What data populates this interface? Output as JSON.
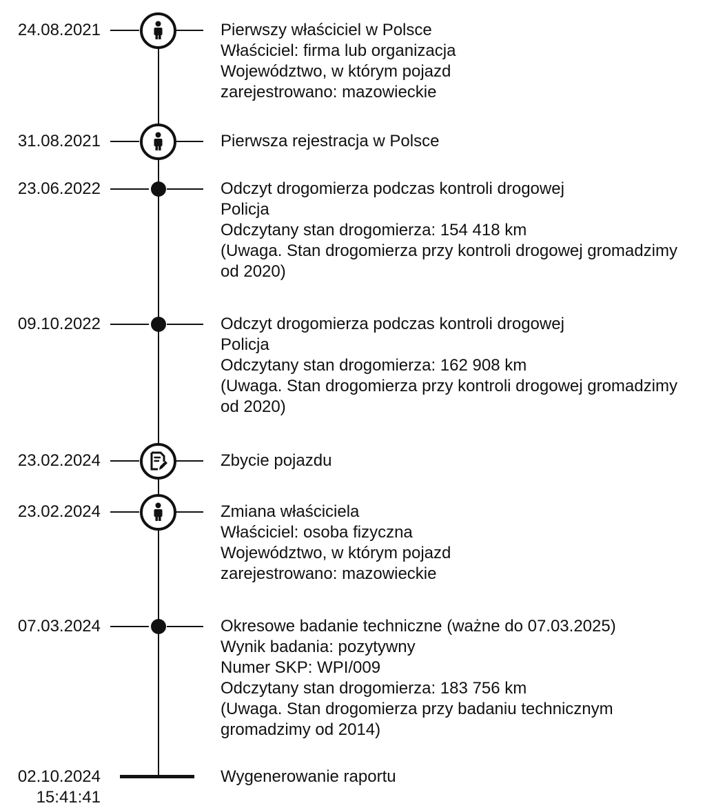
{
  "events": [
    {
      "date": "24.08.2021",
      "icon": "person-icon",
      "lines": [
        "Pierwszy właściciel w Polsce",
        "Właściciel: firma lub organizacja",
        "Województwo, w którym pojazd",
        "zarejestrowano: mazowieckie"
      ]
    },
    {
      "date": "31.08.2021",
      "icon": "person-icon",
      "lines": [
        "Pierwsza rejestracja w Polsce"
      ]
    },
    {
      "date": "23.06.2022",
      "icon": "dot-marker",
      "lines": [
        "Odczyt drogomierza podczas kontroli drogowej",
        "Policja",
        "Odczytany stan drogomierza: 154 418 km",
        "(Uwaga. Stan drogomierza przy kontroli drogowej gromadzimy",
        "od 2020)"
      ]
    },
    {
      "date": "09.10.2022",
      "icon": "dot-marker",
      "lines": [
        "Odczyt drogomierza podczas kontroli drogowej",
        "Policja",
        "Odczytany stan drogomierza: 162 908 km",
        "(Uwaga. Stan drogomierza przy kontroli drogowej gromadzimy",
        "od 2020)"
      ]
    },
    {
      "date": "23.02.2024",
      "icon": "document-edit-icon",
      "lines": [
        "Zbycie pojazdu"
      ]
    },
    {
      "date": "23.02.2024",
      "icon": "person-icon",
      "lines": [
        "Zmiana właściciela",
        "Właściciel: osoba fizyczna",
        "Województwo, w którym pojazd",
        "zarejestrowano: mazowieckie"
      ]
    },
    {
      "date": "07.03.2024",
      "icon": "dot-marker",
      "lines": [
        "Okresowe badanie techniczne (ważne do 07.03.2025)",
        "Wynik badania: pozytywny",
        "Numer SKP: WPI/009",
        "Odczytany stan drogomierza: 183 756 km",
        "(Uwaga. Stan drogomierza przy badaniu technicznym",
        "gromadzimy od 2014)"
      ]
    }
  ],
  "report": {
    "date": "02.10.2024",
    "time": "15:41:41",
    "label": "Wygenerowanie raportu"
  }
}
